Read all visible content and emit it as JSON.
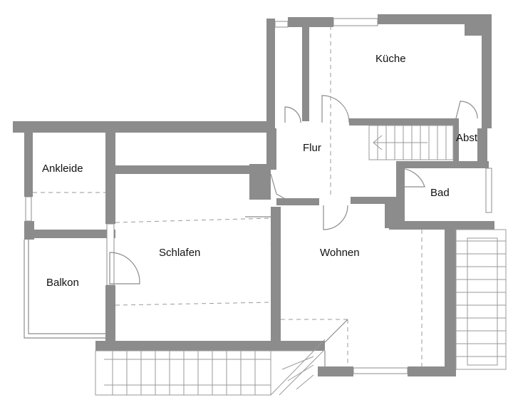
{
  "rooms": {
    "kueche": "Küche",
    "flur": "Flur",
    "abst": "Abst",
    "ankleide": "Ankleide",
    "bad": "Bad",
    "schlafen": "Schlafen",
    "wohnen": "Wohnen",
    "balkon": "Balkon"
  },
  "colors": {
    "wall": "#8c8c8c",
    "background": "#ffffff",
    "text": "#111111"
  }
}
